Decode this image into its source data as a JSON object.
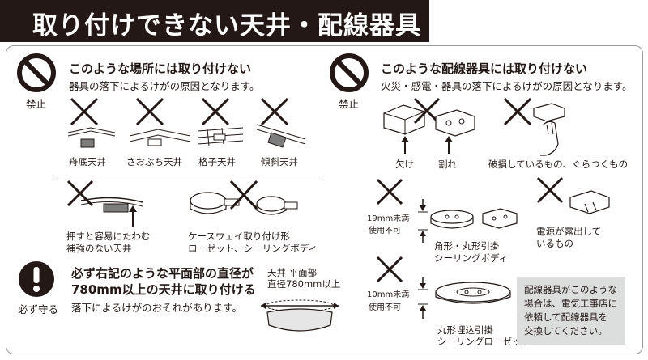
{
  "header": {
    "title": "取り付けできない天井・配線器具"
  },
  "left": {
    "prohibit_label": "禁止",
    "heading": "このような場所には取り付けない",
    "subheading": "器具の落下によるけがの原因となります。",
    "ceilings": [
      "舟底天井",
      "さおぶち天井",
      "格子天井",
      "傾斜天井"
    ],
    "weak_ceiling": [
      "押すと容易にたわむ",
      "補強のない天井"
    ],
    "case_way": [
      "ケースウェイ取り付け形",
      "ローゼット、シーリングボディ"
    ],
    "must_label": "必ず守る",
    "must_heading_1": "必ず右記のような平面部の直径が",
    "must_heading_2": "780mm以上の天井に取り付ける",
    "must_sub": "落下によるけがのおそれがあります。",
    "flat_1": "天井 平面部",
    "flat_2": "直径780mm以上"
  },
  "right": {
    "prohibit_label": "禁止",
    "heading": "このような配線器具には取り付けない",
    "subheading": "火災・感電・器具の落下によるけがの原因となります。",
    "chipped": "欠け",
    "cracked": "割れ",
    "damaged": "破損しているもの、ぐらつくもの",
    "gap19_1": "19mm未満",
    "gap19_2": "使用不可",
    "square_round_1": "角形・丸形引掛",
    "square_round_2": "シーリングボディ",
    "exposed_1": "電源が露出して",
    "exposed_2": "いるもの",
    "gap10_1": "10mm未満",
    "gap10_2": "使用不可",
    "embedded_1": "丸形埋込引掛",
    "embedded_2": "シーリングローゼット",
    "note": [
      "配線器具がこのような",
      "場合は、電気工事店に",
      "依頼して配線器具を",
      "交換してください。"
    ]
  }
}
